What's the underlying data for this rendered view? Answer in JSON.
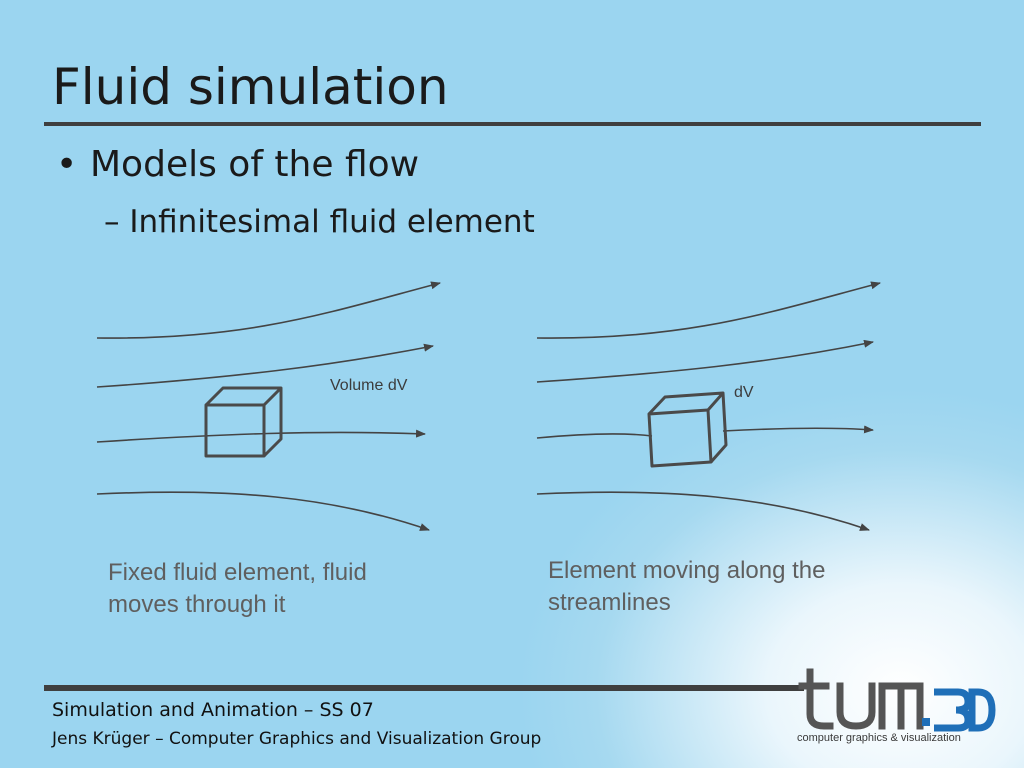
{
  "slide": {
    "title": "Fluid simulation",
    "bullet_marker": "•",
    "bullet": "Models of the flow",
    "subbullet": "– Infinitesimal fluid element"
  },
  "diagram_left": {
    "label": "Volume dV",
    "caption_line1": "Fixed fluid element, fluid",
    "caption_line2": "moves through it"
  },
  "diagram_right": {
    "label": "dV",
    "caption_line1": "Element moving along the",
    "caption_line2": "streamlines"
  },
  "footer": {
    "line1": "Simulation and Animation – SS 07",
    "line2": "Jens Krüger – Computer Graphics and Visualization Group"
  },
  "logo": {
    "text": "tum.3D",
    "tagline": "computer graphics & visualization",
    "brand_color": "#1f6fb8",
    "dark_color": "#555555"
  }
}
